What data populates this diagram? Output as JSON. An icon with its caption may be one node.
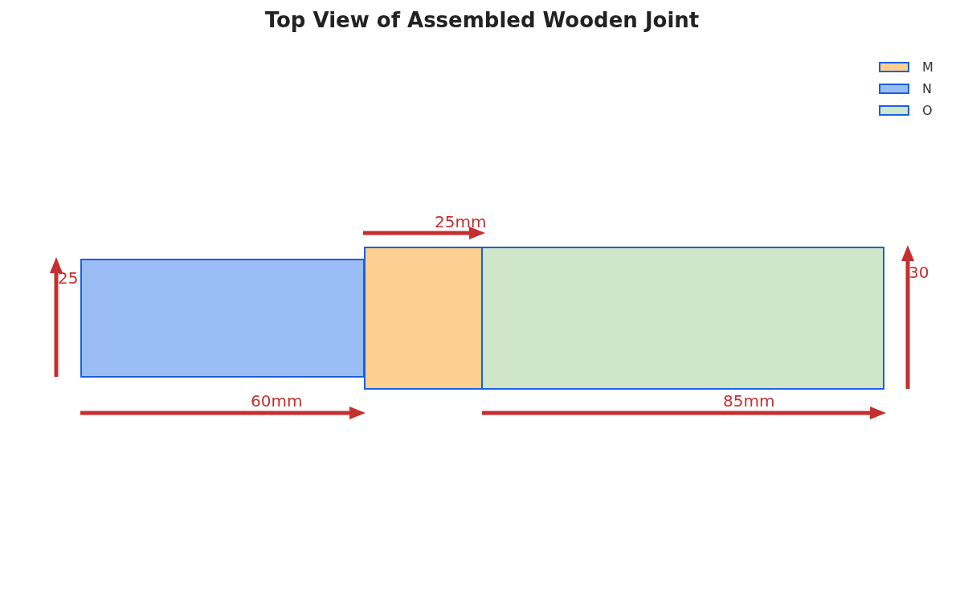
{
  "diagram": {
    "title": "Top View of Assembled Wooden Joint",
    "nodes": [
      {
        "text": [],
        "shape": "box"
      },
      {
        "text": [],
        "shape": "box"
      },
      {
        "text": [],
        "shape": "box"
      }
    ],
    "labels": [
      "25mm",
      "30",
      "25",
      "60mm",
      "85mm"
    ],
    "legend": [
      {
        "text": "M",
        "color": "#fdcf91"
      },
      {
        "text": "N",
        "color": "#9bbdf5"
      },
      {
        "text": "O",
        "color": "#cfe6c8"
      }
    ]
  }
}
